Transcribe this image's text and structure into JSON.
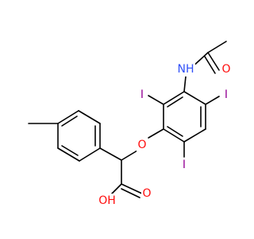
{
  "molecule": {
    "background": "#ffffff",
    "bond_color": "#000000",
    "element_colors": {
      "O": "#ff0d0d",
      "N": "#3050f8",
      "I": "#940094"
    },
    "atoms": [
      {
        "id": "ac_o",
        "element": "O",
        "text": "O"
      },
      {
        "id": "nh",
        "element": "N",
        "text": "NH"
      },
      {
        "id": "i_top",
        "element": "I",
        "text": "I"
      },
      {
        "id": "i_left",
        "element": "I",
        "text": "I"
      },
      {
        "id": "i_bot",
        "element": "I",
        "text": "I"
      },
      {
        "id": "ether_o",
        "element": "O",
        "text": "O"
      },
      {
        "id": "co_o",
        "element": "O",
        "text": "O"
      },
      {
        "id": "oh",
        "element": "O",
        "text": "OH"
      }
    ]
  }
}
